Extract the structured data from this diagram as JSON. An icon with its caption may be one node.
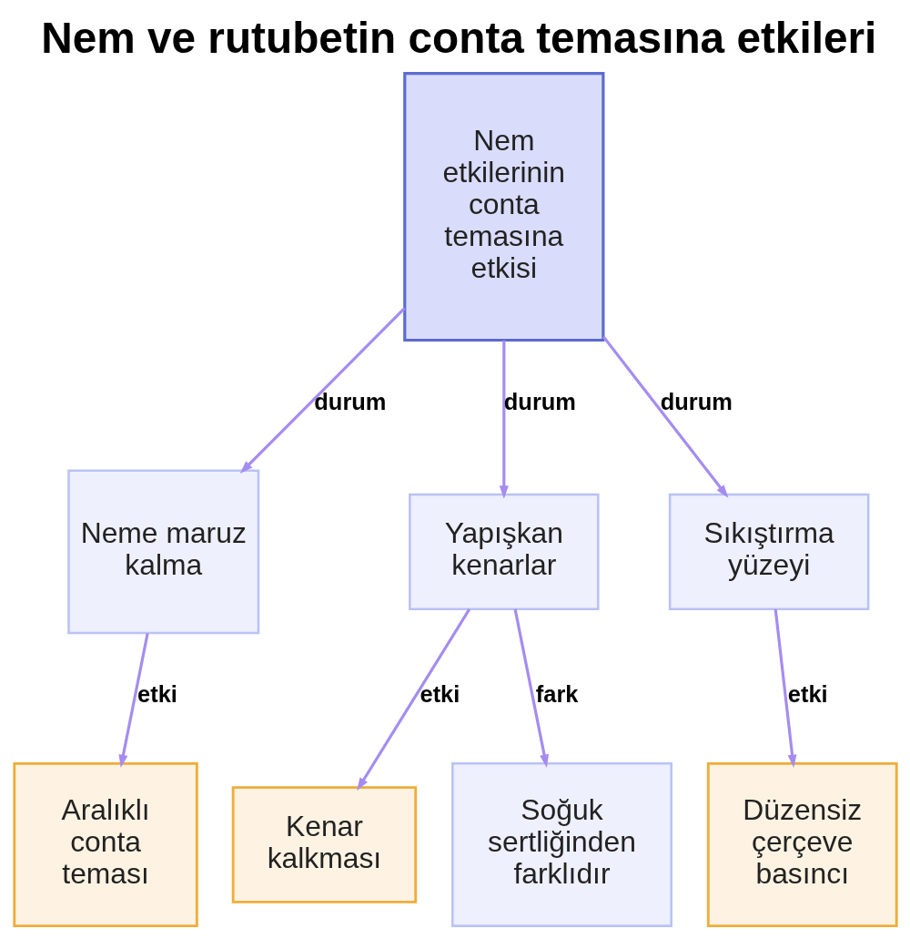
{
  "diagram": {
    "title": "Nem ve rutubetin conta temasına etkileri",
    "nodes": [
      {
        "text": [
          "Nem etkilerinin conta temasına etkisi"
        ]
      },
      {
        "text": [
          "Neme maruz kalma"
        ]
      },
      {
        "text": [
          "Yapışkan kenarlar"
        ]
      },
      {
        "text": [
          "Sıkıştırma yüzeyi"
        ]
      },
      {
        "text": [
          "Aralıklı conta teması"
        ]
      },
      {
        "text": [
          "Kenar kalkması"
        ]
      },
      {
        "text": [
          "Soğuk sertliğinden farklıdır"
        ]
      },
      {
        "text": [
          "Düzensiz çerçeve basıncı"
        ]
      }
    ],
    "edges": [
      {
        "from": 0,
        "to": 1,
        "arrow": "to",
        "label": "durum"
      },
      {
        "from": 0,
        "to": 2,
        "arrow": "to",
        "label": "durum"
      },
      {
        "from": 0,
        "to": 3,
        "arrow": "to",
        "label": "durum"
      },
      {
        "from": 1,
        "to": 4,
        "arrow": "to",
        "label": "etki"
      },
      {
        "from": 2,
        "to": 5,
        "arrow": "to",
        "label": "etki"
      },
      {
        "from": 2,
        "to": 6,
        "arrow": "to",
        "label": "fark"
      },
      {
        "from": 3,
        "to": 7,
        "arrow": "to",
        "label": "etki"
      }
    ]
  }
}
